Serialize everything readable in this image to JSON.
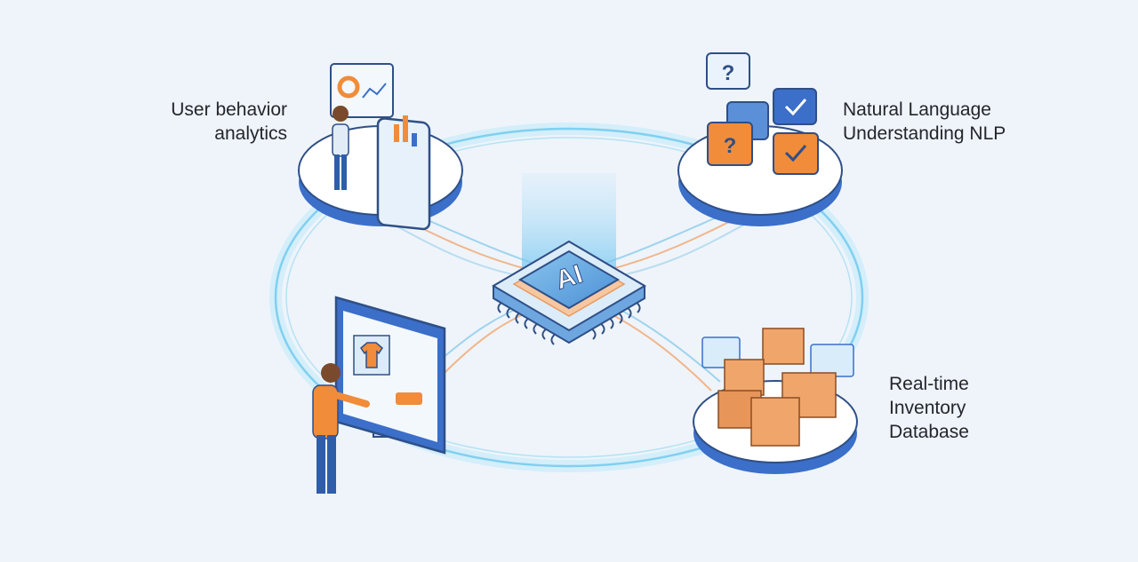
{
  "nodes": [
    {
      "id": "analytics",
      "label_lines": [
        "User behavior",
        "analytics"
      ],
      "icon": "phone-dashboard-icon"
    },
    {
      "id": "nlp",
      "label_lines": [
        "Natural Language",
        "Understanding NLP"
      ],
      "icon": "chat-bubbles-icon"
    },
    {
      "id": "inventory",
      "label_lines": [
        "Real-time",
        "Inventory",
        "Database"
      ],
      "icon": "boxes-icon"
    },
    {
      "id": "storefront",
      "label_lines": [],
      "icon": "monitor-shirt-icon"
    }
  ],
  "hub": {
    "label": "AI",
    "icon": "ai-chip-icon"
  },
  "colors": {
    "background": "#eef4fa",
    "accent_blue": "#3b6fc9",
    "accent_orange": "#f08c3a",
    "ring": "#8fd3f0",
    "text": "#23262b"
  }
}
